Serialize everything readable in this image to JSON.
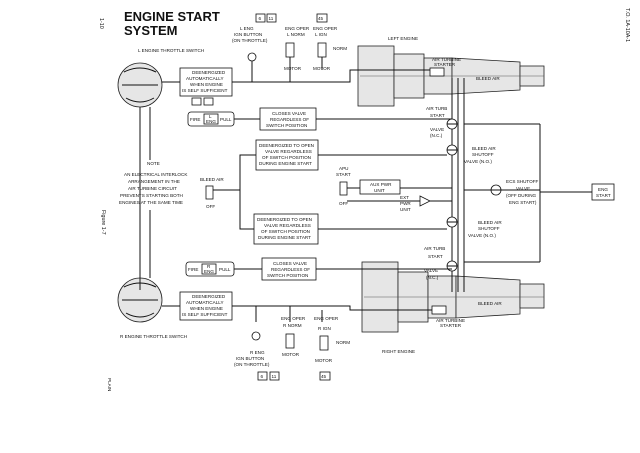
{
  "page": {
    "page_number": "1-10",
    "doc_id": "T.O. 1A-10A-1",
    "figure_label": "Figure 1-7",
    "title_line1": "ENGINE START",
    "title_line2": "SYSTEM"
  },
  "top_refs": {
    "ref_a": "6",
    "ref_b": "11",
    "ref_c": "45"
  },
  "bottom_refs": {
    "ref_a": "6",
    "ref_b": "11",
    "ref_c": "45"
  },
  "left_throttle": "L ENGINE THROTTLE SWITCH",
  "right_throttle": "R ENGINE THROTTLE SWITCH",
  "deenergized_top": [
    "DEENERGIZED",
    "AUTOMATICALLY",
    "WHEN ENGINE",
    "IS SELF SUFFICIENT"
  ],
  "deenergized_bottom": [
    "DEENERGIZED",
    "AUTOMATICALLY",
    "WHEN ENGINE",
    "IS SELF SUFFICIENT"
  ],
  "note_top": [
    "CLOSES VALVE",
    "REGARDLESS OF",
    "SWITCH POSITION"
  ],
  "note_bottom": [
    "CLOSES VALVE",
    "REGARDLESS OF",
    "SWITCH POSITION"
  ],
  "deenergize_open_top": [
    "DEENERGIZED TO OPEN",
    "VALVE REGARDLESS",
    "OF SWITCH POSITION",
    "DURING ENGINE START"
  ],
  "deenergize_open_bottom": [
    "DEENERGIZED TO OPEN",
    "VALVE REGARDLESS",
    "OF SWITCH POSITION",
    "DURING ENGINE START"
  ],
  "note_title": "NOTE",
  "note_text": [
    "AN ELECTRICAL INTERLOCK",
    "ARRANGEMENT IN THE",
    "AIR TURBINE CIRCUIT",
    "PREVENTS STARTING BOTH",
    "ENGINES AT THE SAME TIME"
  ],
  "fire_top": {
    "fire": "FIRE",
    "l": "L",
    "eng": "ENG",
    "pull": "PULL"
  },
  "fire_bottom": {
    "fire": "FIRE",
    "r": "R",
    "eng": "ENG",
    "pull": "PULL"
  },
  "bleed_air_switch": {
    "label": "BLEED AIR",
    "off": "OFF"
  },
  "apu_switch": {
    "line1": "APU",
    "line2": "START",
    "off": "OFF"
  },
  "aux_pwr": {
    "line1": "AUX PWR",
    "line2": "UNIT"
  },
  "ext_pwr": {
    "line1": "EXT",
    "line2": "PWR",
    "line3": "UNIT"
  },
  "l_ign_button": {
    "line1": "L ENG",
    "line2": "IGN BUTTON",
    "line3": "(ON THROTTLE)"
  },
  "l_eng_oper_top": {
    "line1": "ENG OPER",
    "line2": "L NORM"
  },
  "l_eng_oper_right": {
    "line1": "ENG OPER",
    "line2": "L IGN",
    "line3": "NORM"
  },
  "motor_labels": {
    "motor": "MOTOR"
  },
  "r_ign_button": {
    "line1": "R ENG",
    "line2": "IGN BUTTON",
    "line3": "(ON THROTTLE)"
  },
  "r_eng_oper_left": {
    "line1": "ENG OPER",
    "line2": "R NORM"
  },
  "r_eng_oper_right": {
    "line1": "ENG OPER",
    "line2": "R IGN",
    "line3": "NORM"
  },
  "left_engine": "LEFT ENGINE",
  "right_engine": "RIGHT ENGINE",
  "air_turbine_starter_top": [
    "AIR TURBINE",
    "STARTER"
  ],
  "air_turbine_starter_bottom": [
    "AIR TURBINE",
    "STARTER"
  ],
  "bleed_air_top": "BLEED AIR",
  "bleed_air_bottom": "BLEED AIR",
  "air_turb_valve_top": [
    "AIR TURB",
    "START",
    "VALVE",
    "(N.C.)"
  ],
  "air_turb_valve_bottom": [
    "AIR TURB",
    "START",
    "VALVE",
    "(N.C.)"
  ],
  "bleed_shutoff_top": [
    "BLEED AIR",
    "SHUTOFF",
    "VALVE (N.O.)"
  ],
  "bleed_shutoff_bottom": [
    "BLEED AIR",
    "SHUTOFF",
    "VALVE (N.O.)"
  ],
  "ecs_valve": [
    "ECS SHUTOFF",
    "VALVE",
    "(OFF DURING",
    "ENG START)"
  ],
  "eng_start_box": [
    "ENG",
    "START"
  ],
  "plain_panel_label": "PLAIN"
}
